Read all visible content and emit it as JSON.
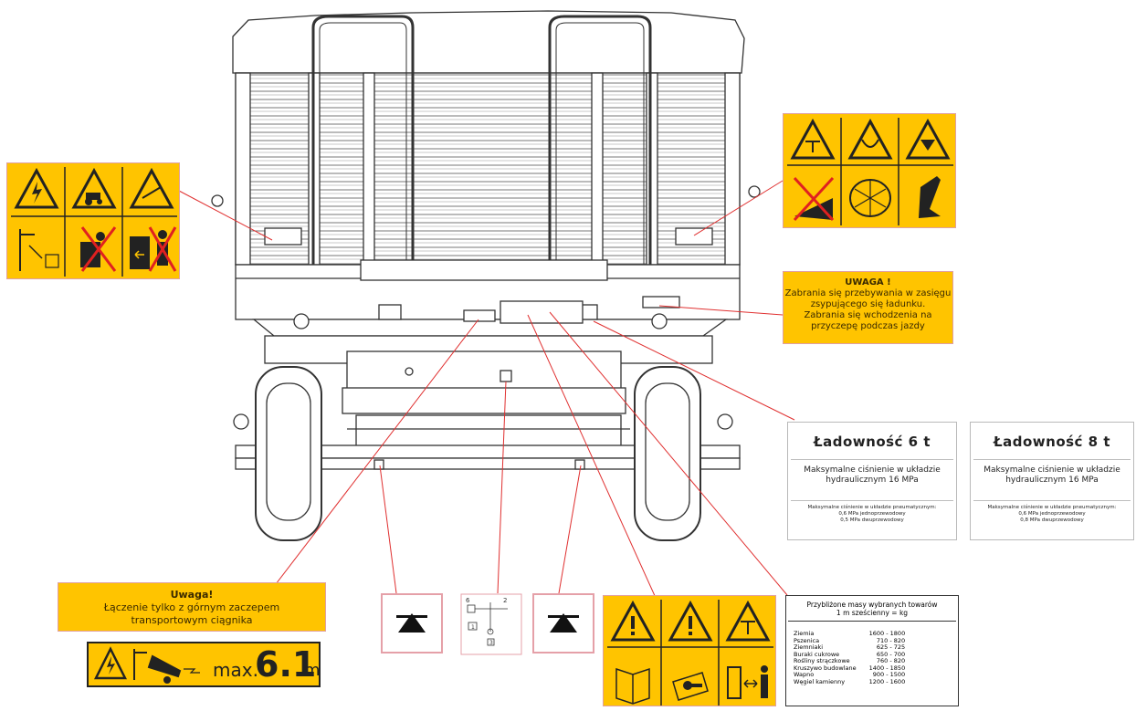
{
  "colors": {
    "sticker_yellow": "#ffc400",
    "leader_line": "#e03030",
    "outline": "#333333"
  },
  "icons": {
    "left_group": [
      "electric-hazard-icon",
      "tractor-runover-icon",
      "crush-hazard-icon",
      "power-line-distance-icon",
      "no-stand-under-load-icon",
      "no-person-in-dump-zone-icon"
    ],
    "right_group": [
      "falling-object-icon",
      "rotating-parts-icon",
      "crush-foot-icon",
      "no-step-on-platform-icon",
      "shaft-entanglement-icon",
      "support-jack-icon"
    ],
    "bottom_group": [
      "general-warning-icon",
      "general-warning-icon",
      "falling-object-icon",
      "read-manual-icon",
      "key-removal-icon",
      "keep-distance-icon"
    ]
  },
  "warning_right": {
    "title": "UWAGA !",
    "line1": "Zabrania się przebywania w zasięgu",
    "line2": "zsypującego się ładunku.",
    "line3": "Zabrania się wchodzenia na",
    "line4": "przyczepę podczas jazdy"
  },
  "warning_hitch": {
    "title": "Uwaga!",
    "line1": "Łączenie tylko z górnym zaczepem",
    "line2": "transportowym ciągnika",
    "max_prefix": "max.",
    "max_value": "6.1",
    "max_unit": "m"
  },
  "capacity_6": {
    "title": "Ładowność 6 t",
    "hydraulic": "Maksymalne ciśnienie w układzie hydraulicznym 16 MPa",
    "pneu1": "Maksymalne ciśnienie w układzie pneumatycznym:",
    "pneu2": "0,6 MPa jednoprzewodowy",
    "pneu3": "0,5 MPa dwuprzewodowy"
  },
  "capacity_8": {
    "title": "Ładowność 8 t",
    "hydraulic": "Maksymalne ciśnienie w układzie hydraulicznym 16 MPa",
    "pneu1": "Maksymalne ciśnienie w układzie pneumatycznym:",
    "pneu2": "0,6 MPa jednoprzewodowy",
    "pneu3": "0,8 MPa dwuprzewodowy"
  },
  "mass_table": {
    "title1": "Przybliżone masy wybranych towarów",
    "title2": "1 m sześcienny = kg",
    "rows": [
      {
        "name": "Ziemia",
        "value": "1600 - 1800"
      },
      {
        "name": "Pszenica",
        "value": "710 - 820"
      },
      {
        "name": "Ziemniaki",
        "value": "625 - 725"
      },
      {
        "name": "Buraki cukrowe",
        "value": "650 - 700"
      },
      {
        "name": "Rośliny strączkowe",
        "value": "760 - 820"
      },
      {
        "name": "Kruszywo budowlane",
        "value": "1400 - 1850"
      },
      {
        "name": "Wapno",
        "value": "900 - 1500"
      },
      {
        "name": "Węgiel kamienny",
        "value": "1200 - 1600"
      }
    ]
  },
  "jack_diagram": {
    "label_a": "6",
    "label_b": "2",
    "label_c": "1",
    "label_d": "3"
  }
}
